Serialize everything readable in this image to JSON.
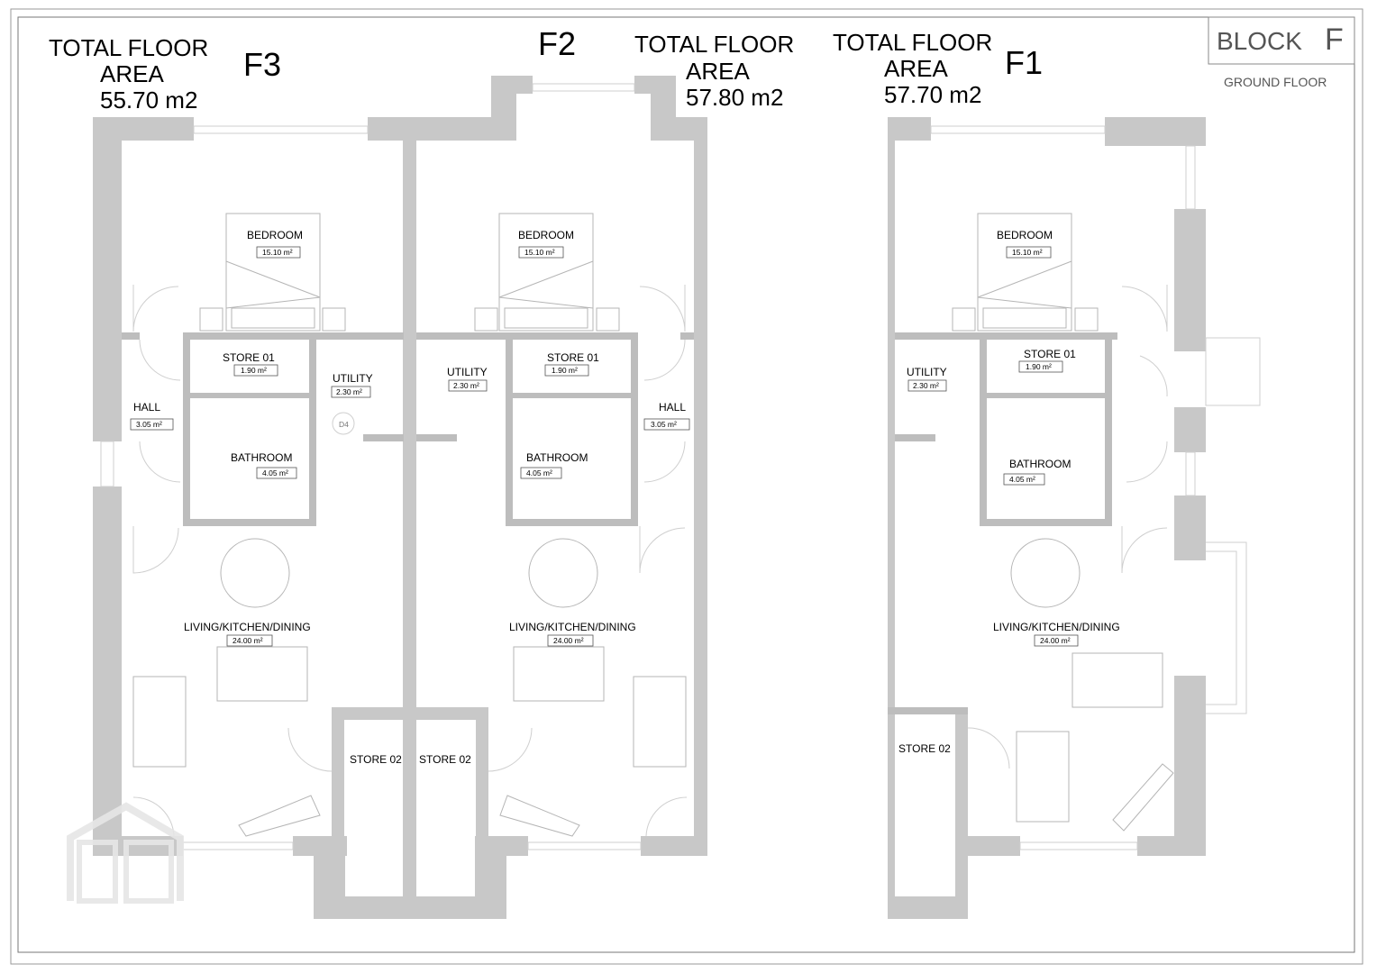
{
  "title_block": {
    "block_label": "BLOCK",
    "block_letter": "F",
    "floor": "GROUND FLOOR"
  },
  "units": [
    {
      "id": "F3",
      "area_label_line1": "TOTAL  FLOOR",
      "area_label_line2": "AREA",
      "area_value": "55.70 m2"
    },
    {
      "id": "F2",
      "area_label_line1": "TOTAL  FLOOR",
      "area_label_line2": "AREA",
      "area_value": "57.80 m2"
    },
    {
      "id": "F1",
      "area_label_line1": "TOTAL  FLOOR",
      "area_label_line2": "AREA",
      "area_value": "57.70 m2"
    }
  ],
  "rooms": {
    "f3": {
      "bedroom": {
        "name": "BEDROOM",
        "area": "15.10 m²"
      },
      "store01": {
        "name": "STORE 01",
        "area": "1.90 m²"
      },
      "utility": {
        "name": "UTILITY",
        "area": "2.30 m²"
      },
      "hall": {
        "name": "HALL",
        "area": "3.05 m²"
      },
      "bathroom": {
        "name": "BATHROOM",
        "area": "4.05 m²"
      },
      "living": {
        "name": "LIVING/KITCHEN/DINING",
        "area": "24.00 m²"
      },
      "store02": {
        "name": "STORE 02"
      },
      "door_tag": "D4"
    },
    "f2": {
      "bedroom": {
        "name": "BEDROOM",
        "area": "15.10 m²"
      },
      "store01": {
        "name": "STORE 01",
        "area": "1.90 m²"
      },
      "utility": {
        "name": "UTILITY",
        "area": "2.30 m²"
      },
      "hall": {
        "name": "HALL",
        "area": "3.05 m²"
      },
      "bathroom": {
        "name": "BATHROOM",
        "area": "4.05 m²"
      },
      "living": {
        "name": "LIVING/KITCHEN/DINING",
        "area": "24.00 m²"
      },
      "store02": {
        "name": "STORE 02"
      }
    },
    "f1": {
      "bedroom": {
        "name": "BEDROOM",
        "area": "15.10 m²"
      },
      "store01": {
        "name": "STORE 01",
        "area": "1.90 m²"
      },
      "utility": {
        "name": "UTILITY",
        "area": "2.30 m²"
      },
      "bathroom": {
        "name": "BATHROOM",
        "area": "4.05 m²"
      },
      "living": {
        "name": "LIVING/KITCHEN/DINING",
        "area": "24.00 m²"
      },
      "store02": {
        "name": "STORE 02"
      }
    }
  },
  "watermark": {
    "icon": "house-logo-icon",
    "color": "#e6e6e6"
  }
}
